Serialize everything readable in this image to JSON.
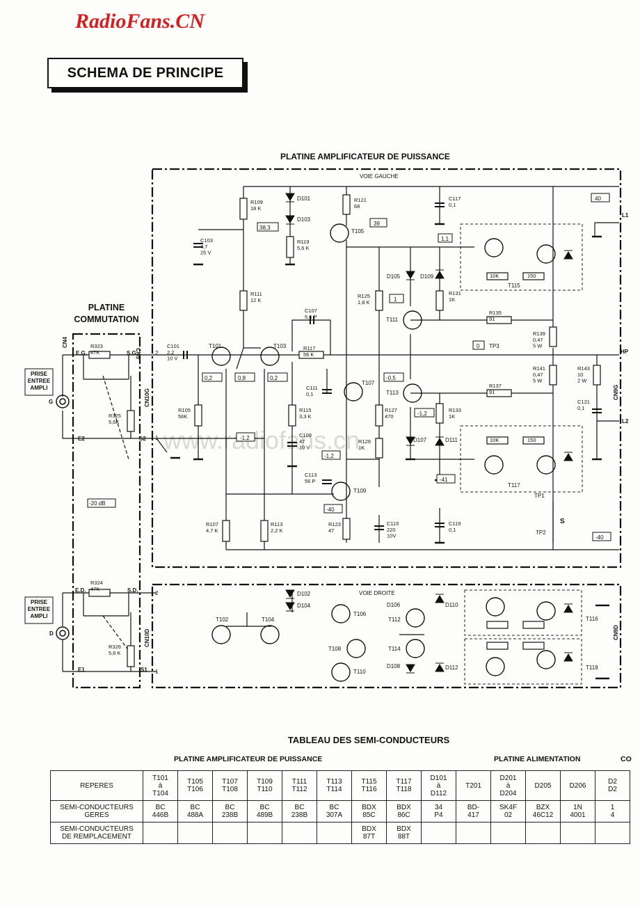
{
  "header": {
    "brand": "RadioFans.CN",
    "title": "SCHEMA DE PRINCIPE"
  },
  "diagram": {
    "power_board_title": "PLATINE AMPLIFICATEUR DE PUISSANCE",
    "switch_board_title": "PLATINE\nCOMMUTATION",
    "voie_gauche": "VOIE GAUCHE",
    "voie_droite": "VOIE DROITE",
    "prise_entree": "PRISE\nENTREE\nAMPLI",
    "attenuation": "-20 dB",
    "watermark": "www.radiofans.cn",
    "connectors": [
      "CN4",
      "CN5",
      "CN10G",
      "CN10D",
      "CN9G",
      "CN9D",
      "E.G.",
      "S.G.",
      "E2",
      "S2",
      "E.D.",
      "S.D.",
      "E1",
      "S1",
      "HP",
      "L1",
      "L2",
      "G",
      "D"
    ],
    "voltages": [
      "40",
      "39",
      "38,3",
      "1,1",
      "1",
      "0",
      "0,2",
      "0,8",
      "0,2",
      "-0,5",
      "-1,2",
      "-1,2",
      "-1,2",
      "-41",
      "-40",
      "-40"
    ],
    "transistors_left": [
      "T101",
      "T103",
      "T105",
      "T107",
      "T109",
      "T111",
      "T113",
      "T115",
      "T117"
    ],
    "transistors_right": [
      "T102",
      "T104",
      "T106",
      "T108",
      "T110",
      "T112",
      "T114",
      "T116",
      "T118"
    ],
    "diodes": [
      "D101",
      "D103",
      "D105",
      "D107",
      "D109",
      "D111",
      "D102",
      "D104",
      "D106",
      "D108",
      "D110",
      "D112"
    ],
    "resistors": [
      {
        "ref": "R109",
        "val": "18 K"
      },
      {
        "ref": "R119",
        "val": "5,6 K"
      },
      {
        "ref": "R121",
        "val": "68"
      },
      {
        "ref": "R111",
        "val": "12 K"
      },
      {
        "ref": "R125",
        "val": "1,8 K"
      },
      {
        "ref": "R131",
        "val": "1K"
      },
      {
        "ref": "R135",
        "val": "91"
      },
      {
        "ref": "R139",
        "val": "0,47\n5 W"
      },
      {
        "ref": "R117",
        "val": "56 K"
      },
      {
        "ref": "R141",
        "val": "0,47\n5 W"
      },
      {
        "ref": "R143",
        "val": "10\n2 W"
      },
      {
        "ref": "R137",
        "val": "91"
      },
      {
        "ref": "R105",
        "val": "56K"
      },
      {
        "ref": "R115",
        "val": "3,3 K"
      },
      {
        "ref": "R127",
        "val": "470"
      },
      {
        "ref": "R129",
        "val": "1K"
      },
      {
        "ref": "R133",
        "val": "1K"
      },
      {
        "ref": "R107",
        "val": "4,7 K"
      },
      {
        "ref": "R113",
        "val": "2,2 K"
      },
      {
        "ref": "R123",
        "val": "47"
      },
      {
        "ref": "R323",
        "val": "47K"
      },
      {
        "ref": "R325",
        "val": "5,6K"
      },
      {
        "ref": "R324",
        "val": "47K"
      },
      {
        "ref": "R326",
        "val": "5,6 K"
      }
    ],
    "capacitors": [
      {
        "ref": "C103",
        "val": "4,7\n25 V"
      },
      {
        "ref": "C117",
        "val": "0,1"
      },
      {
        "ref": "C107",
        "val": "5,6 P"
      },
      {
        "ref": "C101",
        "val": "2,2\n10 V"
      },
      {
        "ref": "C111",
        "val": "0,1"
      },
      {
        "ref": "C109",
        "val": "47\n10 V"
      },
      {
        "ref": "C121",
        "val": "0,1"
      },
      {
        "ref": "C113",
        "val": "56 P"
      },
      {
        "ref": "C115",
        "val": "220\n10V"
      },
      {
        "ref": "C119",
        "val": "0,1"
      }
    ],
    "test_points": [
      "TP1",
      "TP2",
      "TP3"
    ],
    "switch_label": "S",
    "module_values": [
      "10K",
      "150"
    ]
  },
  "table": {
    "title": "TABLEAU DES SEMI-CONDUCTEURS",
    "group_1": "PLATINE AMPLIFICATEUR DE PUISSANCE",
    "group_2": "PLATINE ALIMENTATION",
    "group_3": "CO",
    "row_headers": [
      "REPERES",
      "SEMI-CONDUCTEURS\nGERES",
      "SEMI-CONDUCTEURS\nDE REMPLACEMENT"
    ],
    "columns": [
      {
        "repere": "T101\nà\nT104",
        "geres": "BC\n446B",
        "remplacement": ""
      },
      {
        "repere": "T105\nT106",
        "geres": "BC\n488A",
        "remplacement": ""
      },
      {
        "repere": "T107\nT108",
        "geres": "BC\n238B",
        "remplacement": ""
      },
      {
        "repere": "T109\nT110",
        "geres": "BC\n489B",
        "remplacement": ""
      },
      {
        "repere": "T111\nT112",
        "geres": "BC\n238B",
        "remplacement": ""
      },
      {
        "repere": "T113\nT114",
        "geres": "BC\n307A",
        "remplacement": ""
      },
      {
        "repere": "T115\nT116",
        "geres": "BDX\n85C",
        "remplacement": "BDX\n87T"
      },
      {
        "repere": "T117\nT118",
        "geres": "BDX\n86C",
        "remplacement": "BDX\n88T"
      },
      {
        "repere": "D101\nà\nD112",
        "geres": "34\nP4",
        "remplacement": ""
      },
      {
        "repere": "T201",
        "geres": "BD-\n417",
        "remplacement": ""
      },
      {
        "repere": "D201\nà\nD204",
        "geres": "SK4F\n02",
        "remplacement": ""
      },
      {
        "repere": "D205",
        "geres": "BZX\n46C12",
        "remplacement": ""
      },
      {
        "repere": "D206",
        "geres": "1N\n4001",
        "remplacement": ""
      },
      {
        "repere": "D2\nD2",
        "geres": "1\n4",
        "remplacement": ""
      }
    ]
  }
}
